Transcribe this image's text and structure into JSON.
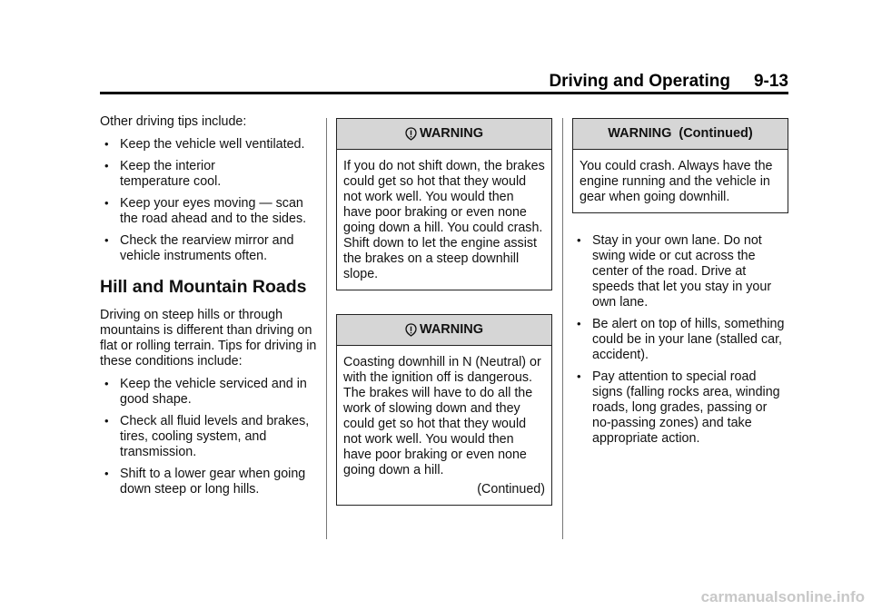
{
  "header": {
    "section": "Driving and Operating",
    "page_number": "9-13"
  },
  "column1": {
    "intro": "Other driving tips include:",
    "tips": [
      "Keep the vehicle well ventilated.",
      "Keep the interior temperature cool.",
      "Keep your eyes moving — scan the road ahead and to the sides.",
      "Check the rearview mirror and vehicle instruments often."
    ],
    "heading": "Hill and Mountain Roads",
    "paragraph": "Driving on steep hills or through mountains is different than driving on flat or rolling terrain. Tips for driving in these conditions include:",
    "hill_tips": [
      "Keep the vehicle serviced and in good shape.",
      "Check all fluid levels and brakes, tires, cooling system, and transmission.",
      "Shift to a lower gear when going down steep or long hills."
    ]
  },
  "column2": {
    "warning1": {
      "title": "WARNING",
      "icon": "warning-icon",
      "text": "If you do not shift down, the brakes could get so hot that they would not work well. You would then have poor braking or even none going down a hill. You could crash. Shift down to let the engine assist the brakes on a steep downhill slope."
    },
    "warning2": {
      "title": "WARNING",
      "icon": "warning-icon",
      "text": "Coasting downhill in N (Neutral) or with the ignition off is dangerous. The brakes will have to do all the work of slowing down and they could get so hot that they would not work well. You would then have poor braking or even none going down a hill.",
      "continued": "(Continued)"
    }
  },
  "column3": {
    "warning_cont": {
      "title": "WARNING",
      "title_suffix": "(Continued)",
      "text": "You could crash. Always have the engine running and the vehicle in gear when going downhill."
    },
    "tips": [
      "Stay in your own lane. Do not swing wide or cut across the center of the road. Drive at speeds that let you stay in your own lane.",
      "Be alert on top of hills, something could be in your lane (stalled car, accident).",
      "Pay attention to special road signs (falling rocks area, winding roads, long grades, passing or no-passing zones) and take appropriate action."
    ]
  },
  "bullet_glyph": "•",
  "watermark": "carmanualsonline.info",
  "colors": {
    "warning_header_bg": "#d6d6d6",
    "text": "#111111",
    "watermark": "#c8c8c8"
  }
}
